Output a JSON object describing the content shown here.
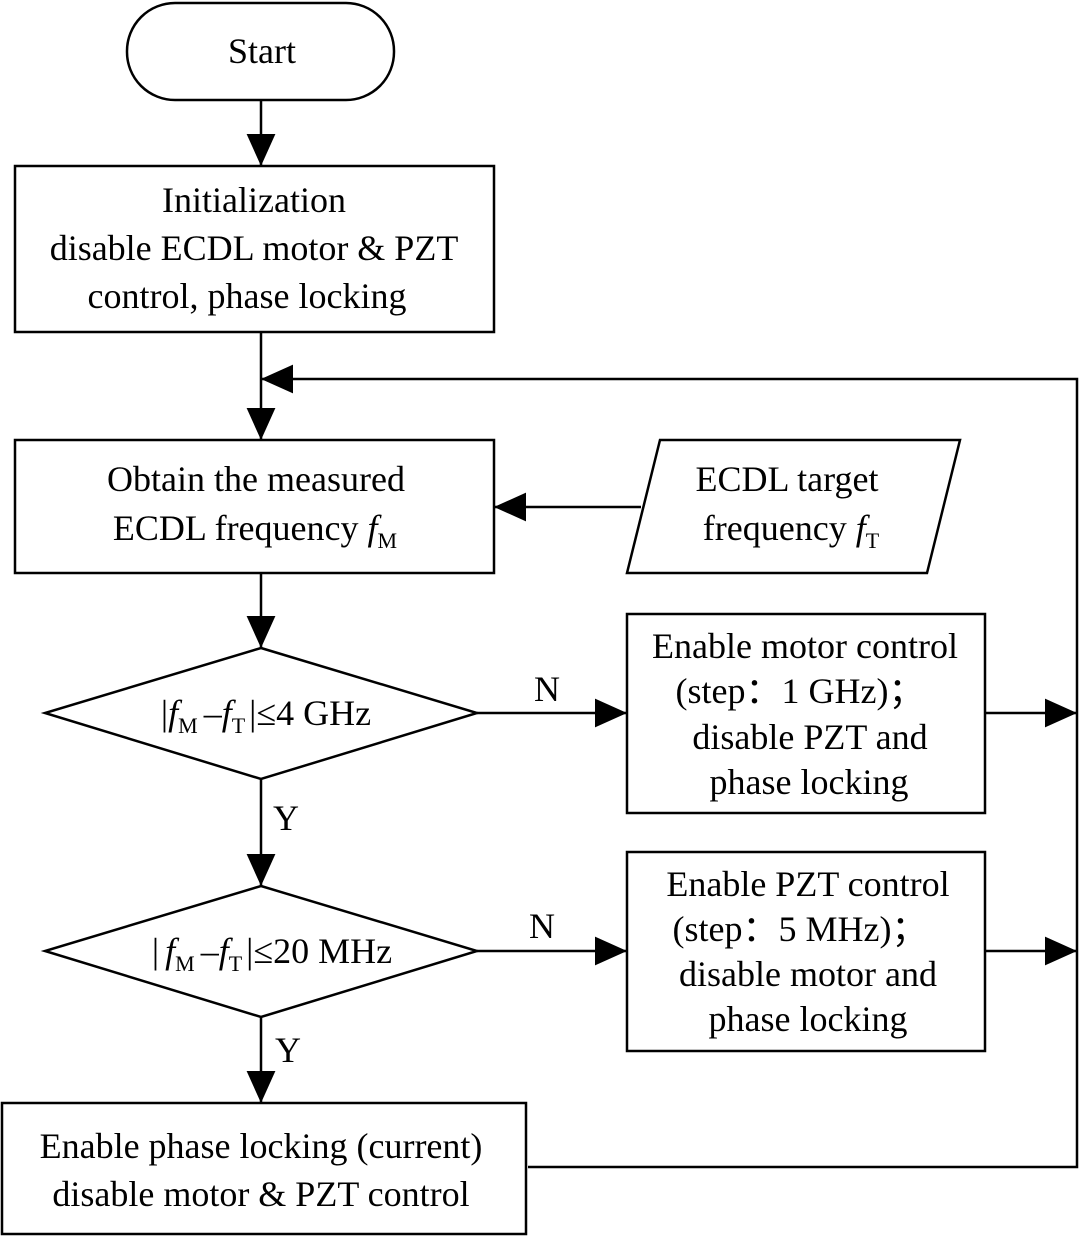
{
  "colors": {
    "stroke": "#000000",
    "background": "#ffffff"
  },
  "start": {
    "label": "Start"
  },
  "init": {
    "line1": "Initialization",
    "line2": "disable ECDL motor & PZT",
    "line3": "control, phase locking"
  },
  "obtain": {
    "line1": "Obtain the measured",
    "line2_prefix": "ECDL frequency ",
    "f": "f",
    "sub": "M"
  },
  "target": {
    "line1": "ECDL target",
    "line2_prefix": "frequency ",
    "f": "f",
    "sub": "T"
  },
  "decision1": {
    "bar_open": "|",
    "f1": "f",
    "sub1": "M",
    "minus": "–",
    "f2": "f",
    "sub2": "T",
    "rest": "|≤4 GHz"
  },
  "decision2": {
    "bar_open": "|",
    "f1": "f",
    "sub1": "M",
    "minus": "–",
    "f2": "f",
    "sub2": "T",
    "rest": "|≤20 MHz"
  },
  "motor": {
    "line1": "Enable motor control",
    "line2": "(step：1 GHz)；",
    "line3": "disable  PZT and",
    "line4": "phase locking"
  },
  "pzt": {
    "line1": "Enable PZT control",
    "line2": "(step：5 MHz)；",
    "line3": "disable  motor and",
    "line4": "phase locking"
  },
  "phase": {
    "line1": "Enable phase locking (current)",
    "line2": "disable motor & PZT control"
  },
  "labels": {
    "n1": "N",
    "y1": "Y",
    "n2": "N",
    "y2": "Y"
  }
}
